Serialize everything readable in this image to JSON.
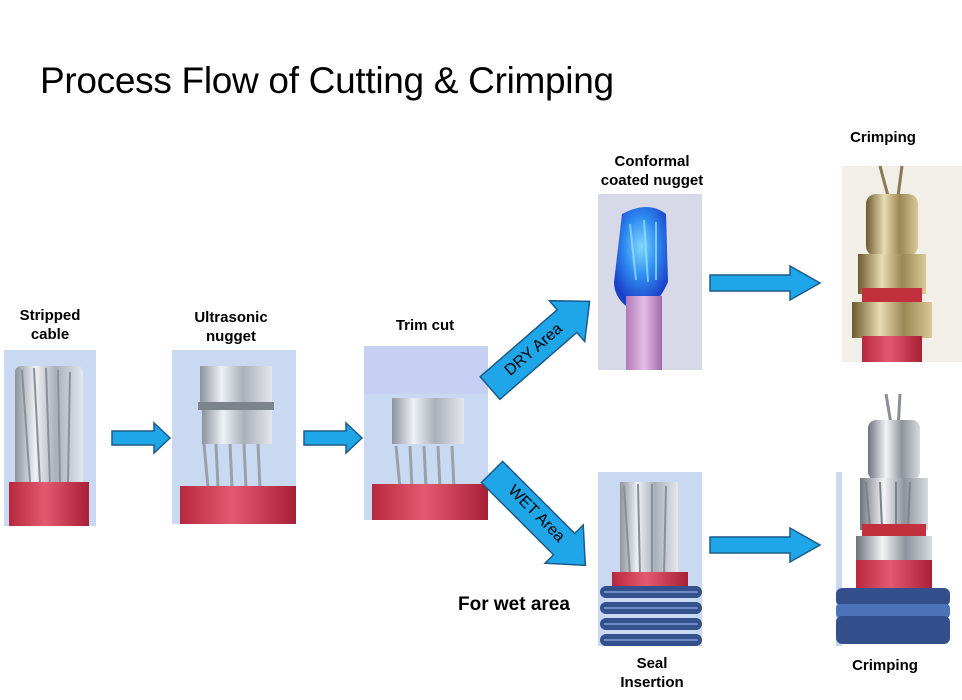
{
  "title": "Process Flow of Cutting & Crimping",
  "steps": {
    "stripped": "Stripped\ncable",
    "ultrasonic": "Ultrasonic\nnugget",
    "trim": "Trim cut",
    "conformal": "Conformal\ncoated nugget",
    "crimp_top": "Crimping",
    "seal": "Seal\nInsertion",
    "crimp_bottom": "Crimping"
  },
  "areas": {
    "dry": "DRY Area",
    "wet": "WET Area"
  },
  "wet_note": "For wet area",
  "colors": {
    "arrow": "#1fa6e8",
    "arrow_outline": "#1c5a8a",
    "insulation": "#d6435a",
    "photo_bg": "#c9d9f2",
    "seal": "#34508c",
    "coating": "#2b7df0"
  }
}
